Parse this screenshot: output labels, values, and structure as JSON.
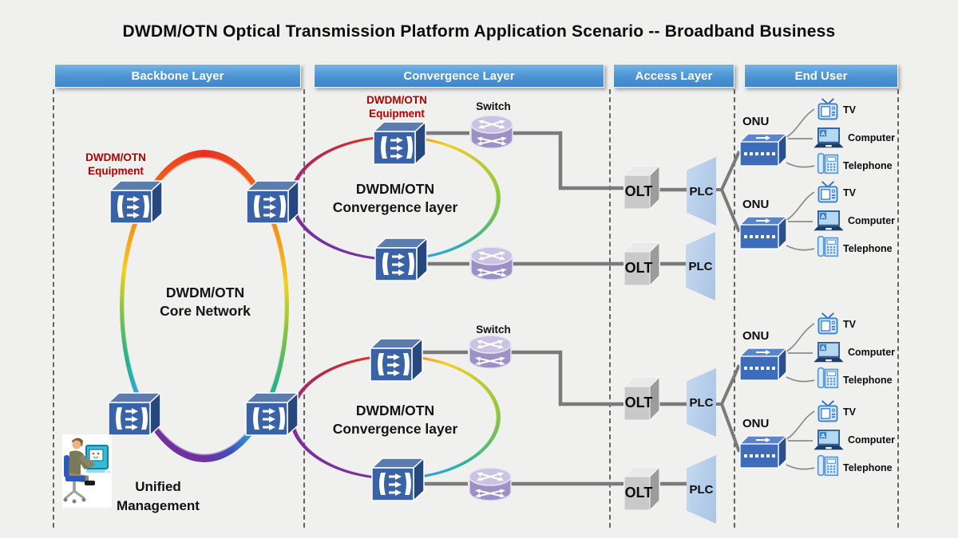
{
  "title": "DWDM/OTN Optical Transmission Platform Application Scenario -- Broadband Business",
  "layers": [
    {
      "label": "Backbone Layer"
    },
    {
      "label": "Convergence Layer"
    },
    {
      "label": "Access Layer"
    },
    {
      "label": "End User"
    }
  ],
  "backbone": {
    "equipment_label_line1": "DWDM/OTN",
    "equipment_label_line2": "Equipment",
    "core_label_line1": "DWDM/OTN",
    "core_label_line2": "Core Network",
    "management_label_line1": "Unified",
    "management_label_line2": "Management"
  },
  "convergence": {
    "equipment_label_line1": "DWDM/OTN",
    "equipment_label_line2": "Equipment",
    "ring_label_line1": "DWDM/OTN",
    "ring_label_line2": "Convergence layer",
    "switch_label": "Switch"
  },
  "access": {
    "olt_label": "OLT",
    "plc_label": "PLC"
  },
  "enduser": {
    "onu_label": "ONU",
    "devices": [
      "TV",
      "Computer",
      "Telephone"
    ]
  },
  "colors": {
    "header_blue": "#4e96d5",
    "equipment_label_red": "#b00000",
    "dwdm_node_blue": "#3a62a6",
    "onu_node_blue": "#3e6cb8",
    "switch_purple": "#9d90c4",
    "olt_gray": "#c9c9c9",
    "plc_light_blue": "#b9cfec",
    "connector_gray": "#7a7a7a"
  }
}
